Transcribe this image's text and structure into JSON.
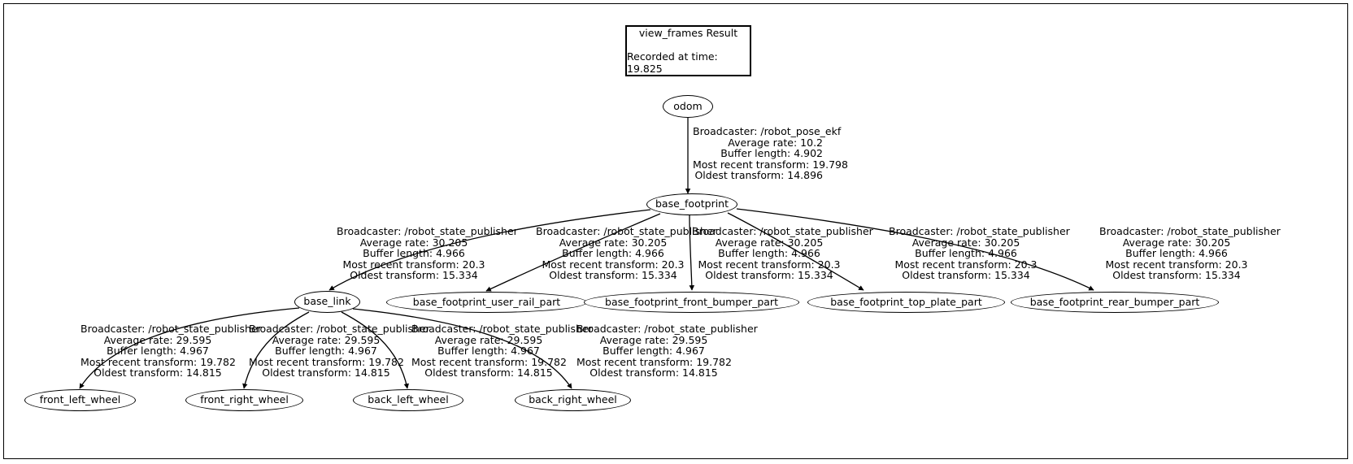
{
  "diagram": {
    "title": "view_frames Result",
    "recorded_line_label": "Recorded at time:",
    "recorded_at_time": "19.825",
    "header_line1": "view_frames Result",
    "header_line2": "Recorded at time: 19.825"
  },
  "nodes": [
    {
      "id": "odom",
      "label": "odom"
    },
    {
      "id": "base_footprint",
      "label": "base_footprint"
    },
    {
      "id": "base_link",
      "label": "base_link"
    },
    {
      "id": "base_footprint_user_rail_part",
      "label": "base_footprint_user_rail_part"
    },
    {
      "id": "base_footprint_front_bumper_part",
      "label": "base_footprint_front_bumper_part"
    },
    {
      "id": "base_footprint_top_plate_part",
      "label": "base_footprint_top_plate_part"
    },
    {
      "id": "base_footprint_rear_bumper_part",
      "label": "base_footprint_rear_bumper_part"
    },
    {
      "id": "front_left_wheel",
      "label": "front_left_wheel"
    },
    {
      "id": "front_right_wheel",
      "label": "front_right_wheel"
    },
    {
      "id": "back_left_wheel",
      "label": "back_left_wheel"
    },
    {
      "id": "back_right_wheel",
      "label": "back_right_wheel"
    }
  ],
  "edges": [
    {
      "id": "odom-base_footprint",
      "from": "odom",
      "to": "base_footprint",
      "broadcaster": "Broadcaster: /robot_pose_ekf",
      "average_rate": "Average rate: 10.2",
      "buffer_length": "Buffer length: 4.902",
      "most_recent_transform": "Most recent transform: 19.798",
      "oldest_transform": "Oldest transform: 14.896"
    },
    {
      "id": "base_footprint-base_link",
      "from": "base_footprint",
      "to": "base_link",
      "broadcaster": "Broadcaster: /robot_state_publisher",
      "average_rate": "Average rate: 30.205",
      "buffer_length": "Buffer length: 4.966",
      "most_recent_transform": "Most recent transform: 20.3",
      "oldest_transform": "Oldest transform: 15.334"
    },
    {
      "id": "base_footprint-user_rail",
      "from": "base_footprint",
      "to": "base_footprint_user_rail_part",
      "broadcaster": "Broadcaster: /robot_state_publisher",
      "average_rate": "Average rate: 30.205",
      "buffer_length": "Buffer length: 4.966",
      "most_recent_transform": "Most recent transform: 20.3",
      "oldest_transform": "Oldest transform: 15.334"
    },
    {
      "id": "base_footprint-front_bumper",
      "from": "base_footprint",
      "to": "base_footprint_front_bumper_part",
      "broadcaster": "Broadcaster: /robot_state_publisher",
      "average_rate": "Average rate: 30.205",
      "buffer_length": "Buffer length: 4.966",
      "most_recent_transform": "Most recent transform: 20.3",
      "oldest_transform": "Oldest transform: 15.334"
    },
    {
      "id": "base_footprint-top_plate",
      "from": "base_footprint",
      "to": "base_footprint_top_plate_part",
      "broadcaster": "Broadcaster: /robot_state_publisher",
      "average_rate": "Average rate: 30.205",
      "buffer_length": "Buffer length: 4.966",
      "most_recent_transform": "Most recent transform: 20.3",
      "oldest_transform": "Oldest transform: 15.334"
    },
    {
      "id": "base_footprint-rear_bumper",
      "from": "base_footprint",
      "to": "base_footprint_rear_bumper_part",
      "broadcaster": "Broadcaster: /robot_state_publisher",
      "average_rate": "Average rate: 30.205",
      "buffer_length": "Buffer length: 4.966",
      "most_recent_transform": "Most recent transform: 20.3",
      "oldest_transform": "Oldest transform: 15.334"
    },
    {
      "id": "base_link-front_left_wheel",
      "from": "base_link",
      "to": "front_left_wheel",
      "broadcaster": "Broadcaster: /robot_state_publisher",
      "average_rate": "Average rate: 29.595",
      "buffer_length": "Buffer length: 4.967",
      "most_recent_transform": "Most recent transform: 19.782",
      "oldest_transform": "Oldest transform: 14.815"
    },
    {
      "id": "base_link-front_right_wheel",
      "from": "base_link",
      "to": "front_right_wheel",
      "broadcaster": "Broadcaster: /robot_state_publisher",
      "average_rate": "Average rate: 29.595",
      "buffer_length": "Buffer length: 4.967",
      "most_recent_transform": "Most recent transform: 19.782",
      "oldest_transform": "Oldest transform: 14.815"
    },
    {
      "id": "base_link-back_left_wheel",
      "from": "base_link",
      "to": "back_left_wheel",
      "broadcaster": "Broadcaster: /robot_state_publisher",
      "average_rate": "Average rate: 29.595",
      "buffer_length": "Buffer length: 4.967",
      "most_recent_transform": "Most recent transform: 19.782",
      "oldest_transform": "Oldest transform: 14.815"
    },
    {
      "id": "base_link-back_right_wheel",
      "from": "base_link",
      "to": "back_right_wheel",
      "broadcaster": "Broadcaster: /robot_state_publisher",
      "average_rate": "Average rate: 29.595",
      "buffer_length": "Buffer length: 4.967",
      "most_recent_transform": "Most recent transform: 19.782",
      "oldest_transform": "Oldest transform: 14.815"
    }
  ],
  "colors": {
    "background": "#ffffff",
    "stroke": "#000000",
    "text": "#000000"
  }
}
